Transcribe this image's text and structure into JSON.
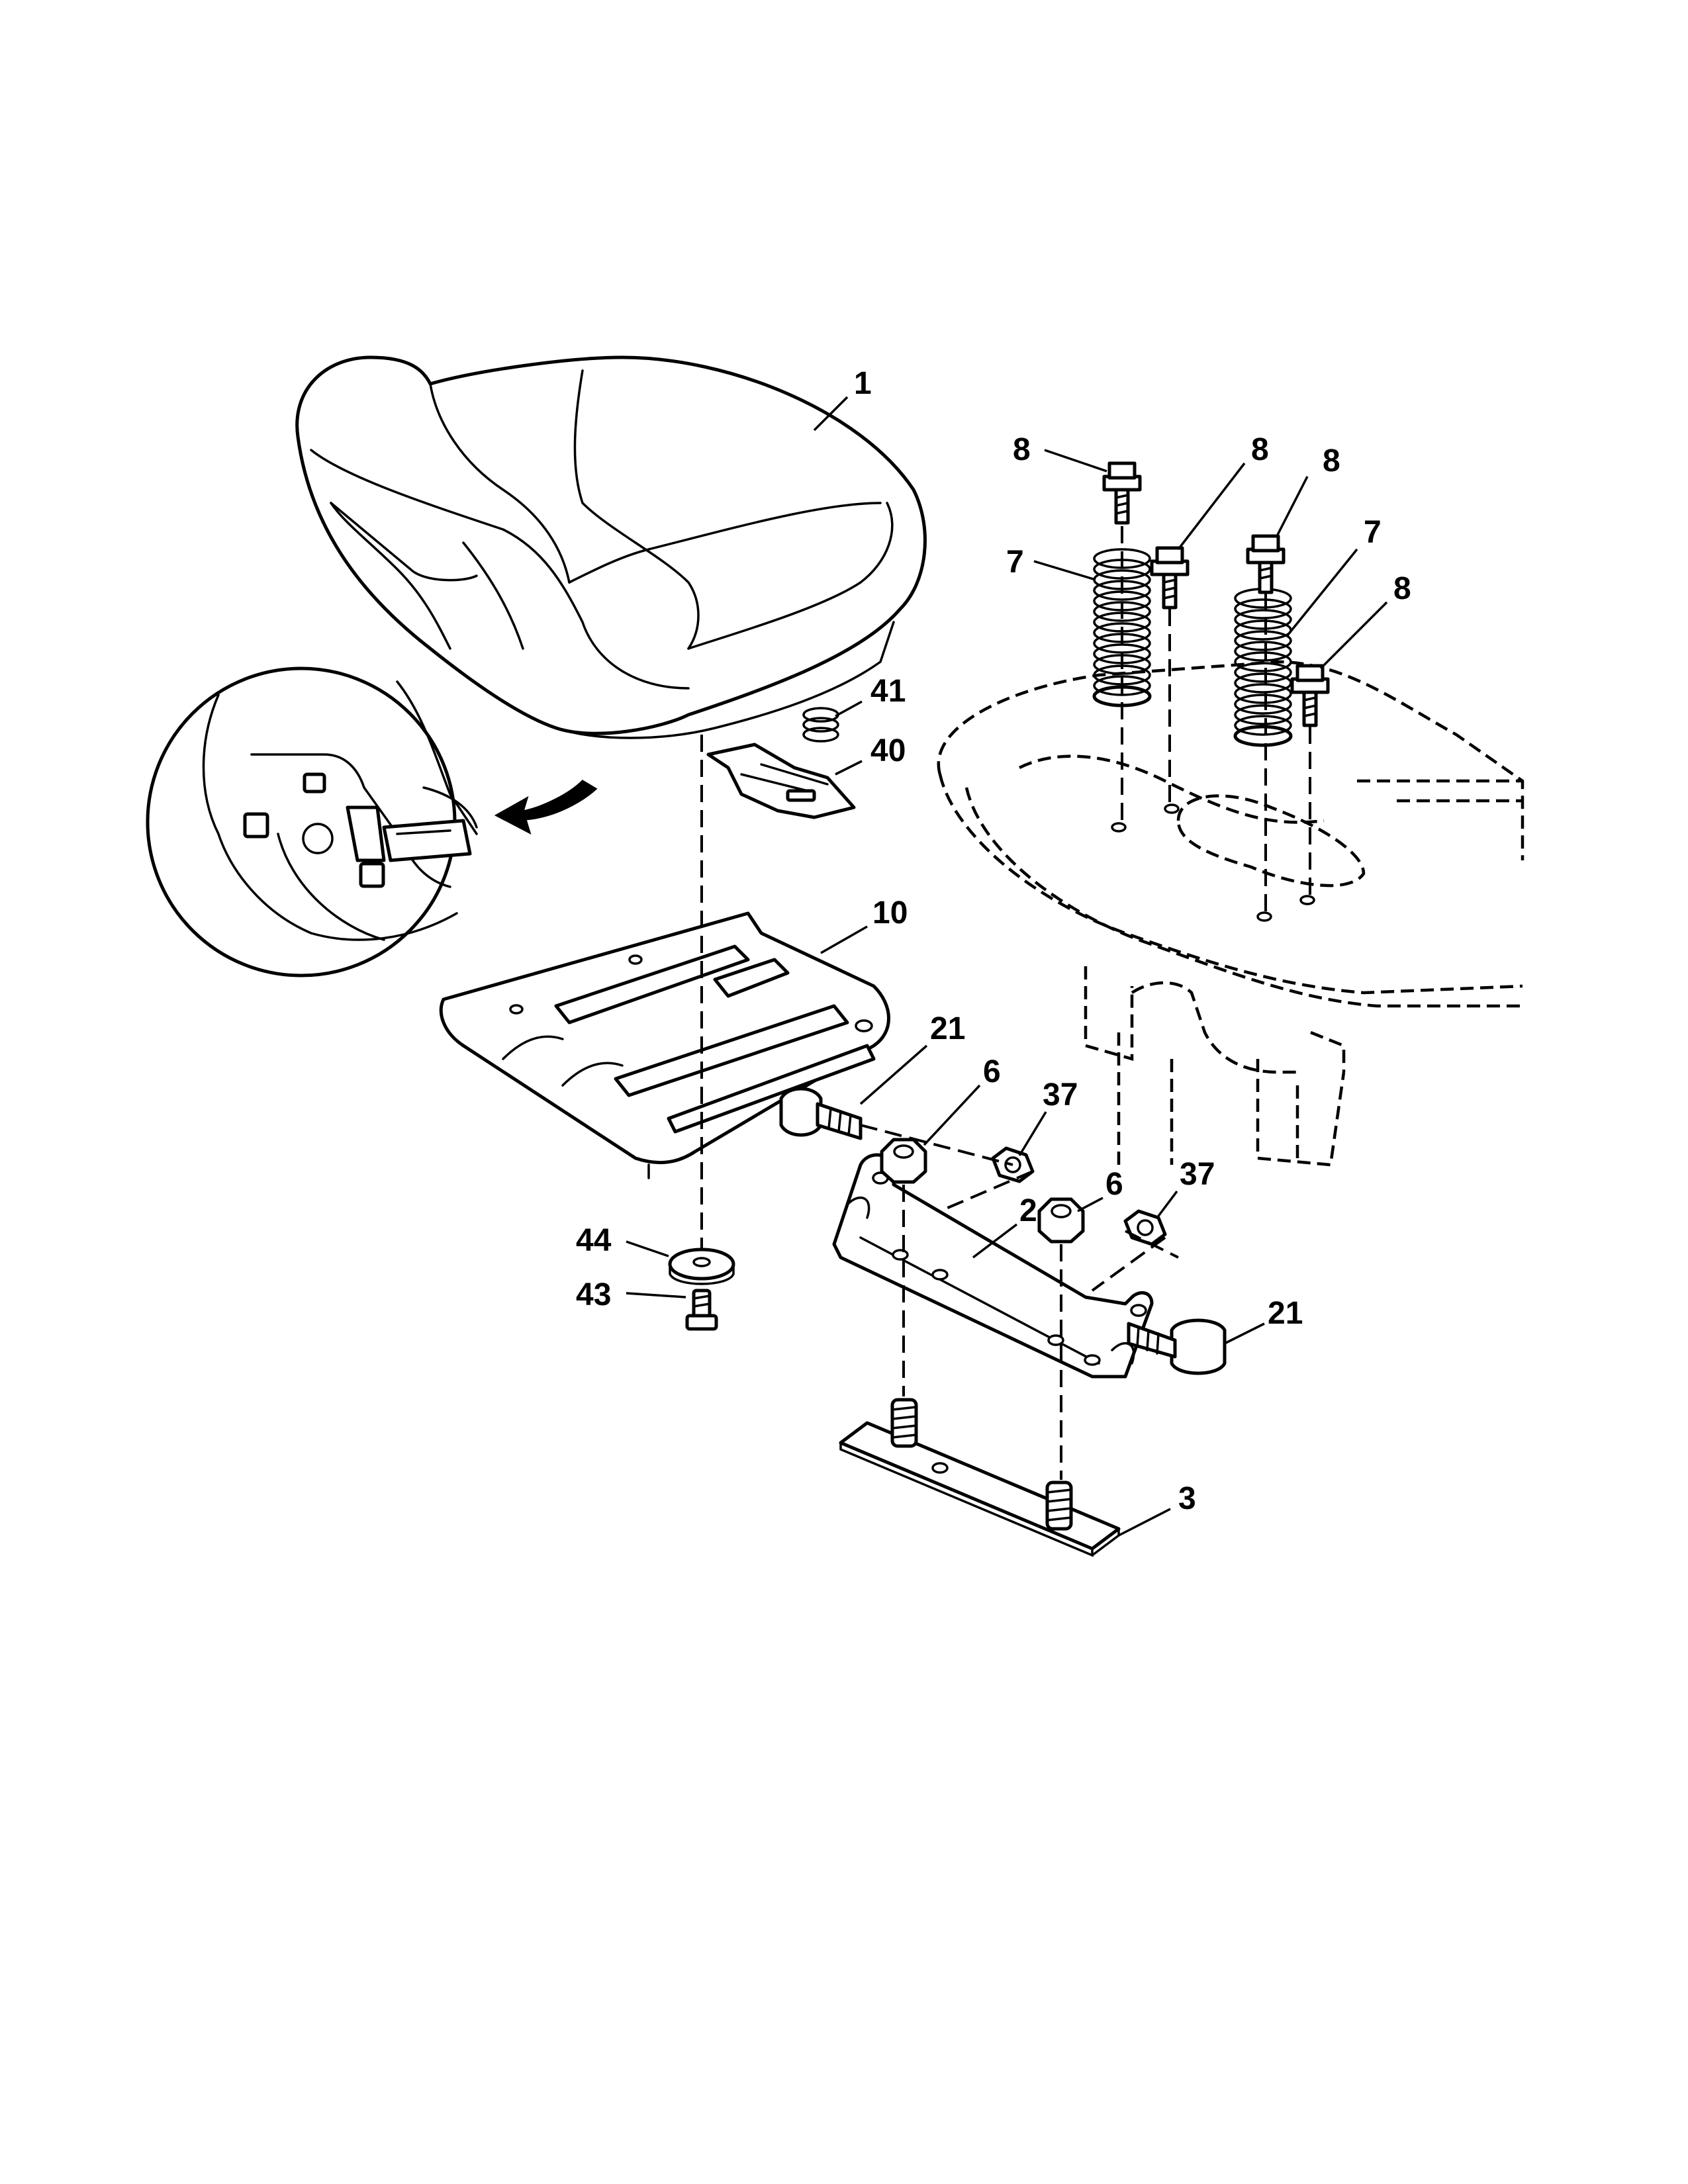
{
  "callouts": {
    "seat": "1",
    "bracket": "2",
    "plate": "3",
    "nut_left": "6",
    "nut_right": "6",
    "spring_left": "7",
    "spring_right": "7",
    "bolt_a": "8",
    "bolt_b": "8",
    "bolt_c": "8",
    "bolt_d": "8",
    "seat_pan": "10",
    "bolt21_left": "21",
    "bolt21_right": "21",
    "washer_left": "37",
    "washer_right": "37",
    "clip": "40",
    "small_spring": "41",
    "screw": "43",
    "washer44": "44"
  },
  "colors": {
    "line": "#000000",
    "paper": "#ffffff"
  }
}
